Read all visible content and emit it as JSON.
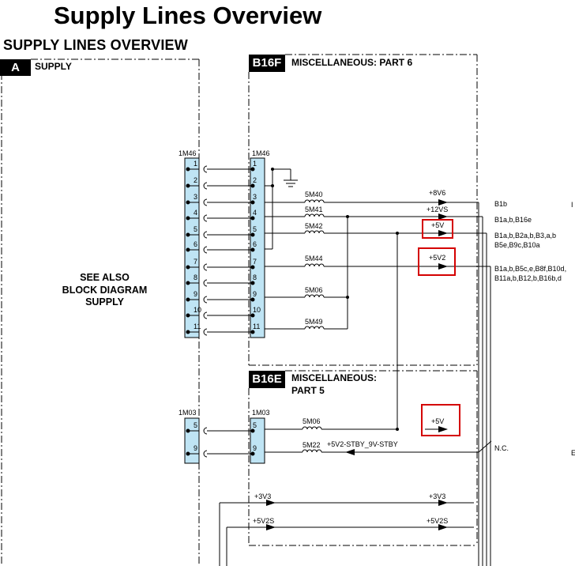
{
  "title": "Supply Lines Overview",
  "section_title": "SUPPLY LINES OVERVIEW",
  "blocks": {
    "supply": {
      "tag": "A",
      "name": "SUPPLY"
    },
    "b16f": {
      "tag": "B16F",
      "name": "MISCELLANEOUS: PART 6"
    },
    "b16e": {
      "tag": "B16E",
      "name_line1": "MISCELLANEOUS:",
      "name_line2": "PART 5"
    }
  },
  "see_also": {
    "line1": "SEE ALSO",
    "line2": "BLOCK DIAGRAM",
    "line3": "SUPPLY"
  },
  "connectors": {
    "left_1m46": "1M46",
    "right_1m46": "1M46",
    "left_1m03": "1M03",
    "right_1m03": "1M03",
    "pins_1m46": [
      "1",
      "2",
      "3",
      "4",
      "5",
      "6",
      "7",
      "8",
      "9",
      "10",
      "11"
    ],
    "pins_1m03": [
      "5",
      "9"
    ]
  },
  "coils": {
    "c3": "5M40",
    "c4": "5M41",
    "c5": "5M42",
    "c7": "5M44",
    "c9": "5M06",
    "c11": "5M49",
    "e5": "5M06",
    "e9": "5M22"
  },
  "rails": {
    "r3": "+8V6",
    "r4": "+12VS",
    "r5": "+5V",
    "r7": "+5V2",
    "e5": "+5V",
    "e9": "+5V2-STBY_9V-STBY",
    "b3v3_a": "+3V3",
    "b3v3_b": "+3V3",
    "b5v2s_a": "+5V2S",
    "b5v2s_b": "+5V2S"
  },
  "destinations": {
    "d3": "B1b",
    "d4": "B1a,b,B16e",
    "d5_l1": "B1a,b,B2a,b,B3,a,b",
    "d5_l2": "B5e,B9c,B10a",
    "d7_l1": "B1a,b,B5c,e,B8f,B10d,",
    "d7_l2": "B11a,b,B12,b,B16b,d",
    "e9": "N.C."
  },
  "colors": {
    "highlight": "#d40000",
    "connector_fill": "#bfe4f4",
    "black": "#000000"
  }
}
